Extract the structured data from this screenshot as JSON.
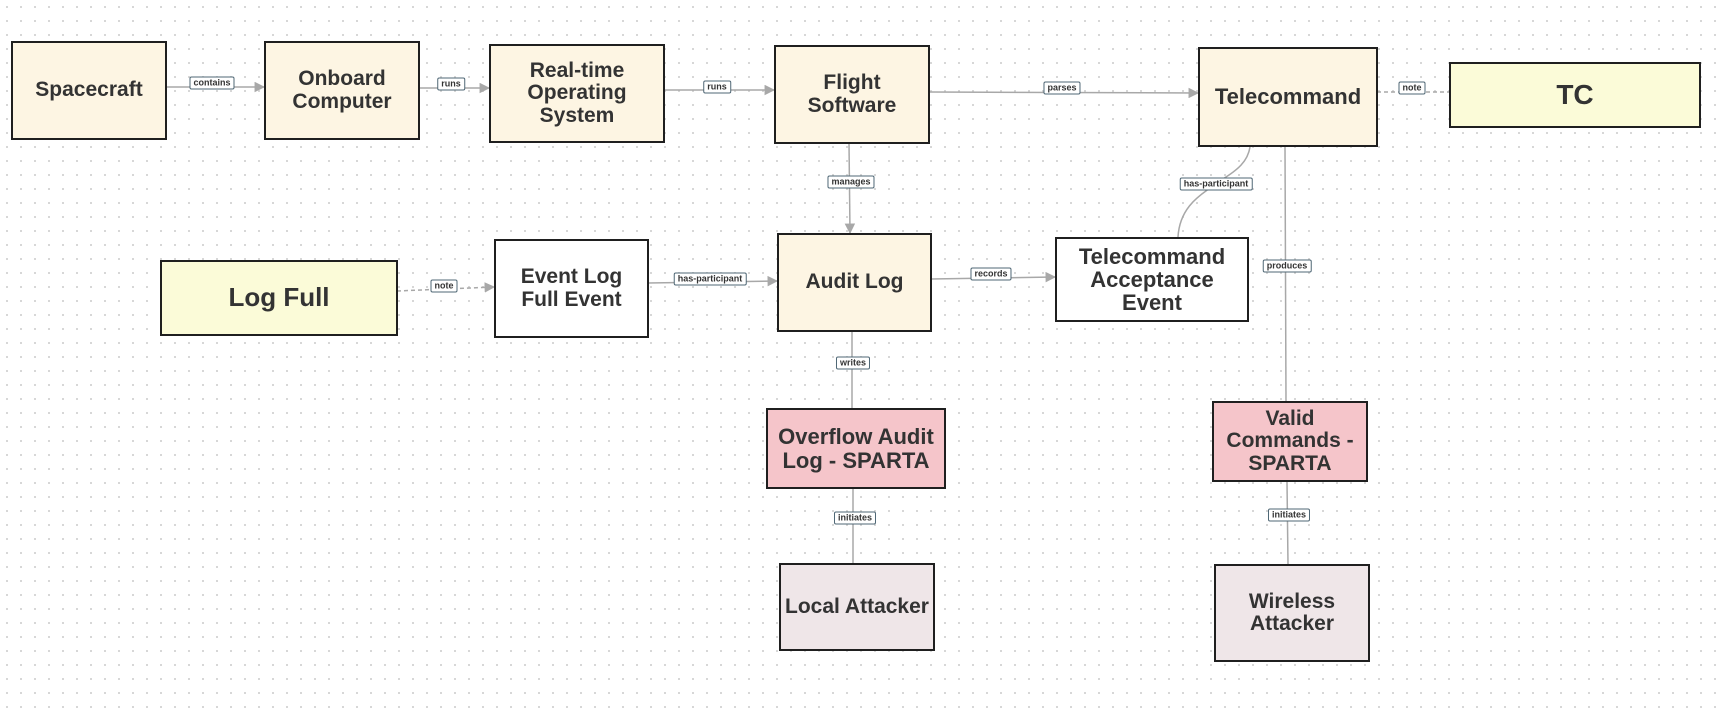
{
  "colors": {
    "concept": "#fdf5e3",
    "note": "#fbfbd8",
    "event": "#ffffff",
    "technique": "#f5c5ca",
    "actor": "#efe6e8",
    "edge": "#a8a8a8",
    "border": "#1f1f1f"
  },
  "nodes": {
    "spacecraft": "Spacecraft",
    "onboard_computer": "Onboard Computer",
    "rtos": "Real-time Operating System",
    "flight_software": "Flight Software",
    "telecommand": "Telecommand",
    "tc_note": "TC",
    "log_full_note": "Log Full",
    "event_log_full_event": "Event Log Full Event",
    "audit_log": "Audit Log",
    "telecommand_acceptance_event": "Telecommand Acceptance Event",
    "overflow_audit_log": "Overflow Audit Log - SPARTA",
    "valid_commands": "Valid Commands - SPARTA",
    "local_attacker": "Local Attacker",
    "wireless_attacker": "Wireless Attacker"
  },
  "edges": {
    "spacecraft_onboard": "contains",
    "onboard_rtos": "runs",
    "rtos_flight": "runs",
    "flight_telecommand": "parses",
    "telecommand_tc": "note",
    "flight_audit": "manages",
    "acceptance_telecommand": "has-participant",
    "telecommand_valid": "produces",
    "logfull_eventlog": "note",
    "eventlog_audit": "has-participant",
    "audit_acceptance": "records",
    "audit_overflow": "writes",
    "overflow_local": "initiates",
    "valid_wireless": "initiates"
  }
}
